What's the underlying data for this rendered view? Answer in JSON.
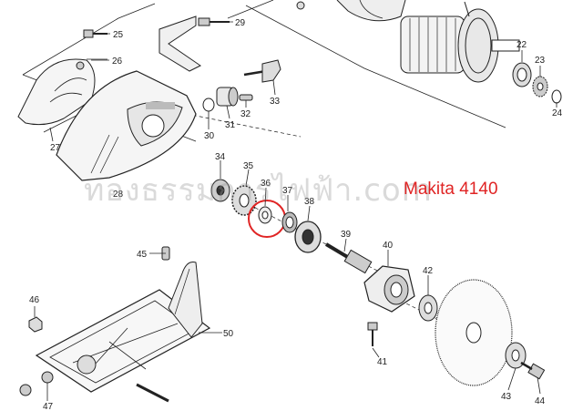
{
  "diagram": {
    "model_label": "Makita 4140",
    "watermark": "ทองธรรมการไฟฟ้า.com",
    "accent_color": "#e02424",
    "highlighted_part": "36",
    "part_numbers": {
      "p22": "22",
      "p23": "23",
      "p24": "24",
      "p25": "25",
      "p26": "26",
      "p27": "27",
      "p28": "28",
      "p29": "29",
      "p30": "30",
      "p31": "31",
      "p32": "32",
      "p33": "33",
      "p34": "34",
      "p35": "35",
      "p36": "36",
      "p37": "37",
      "p38": "38",
      "p39": "39",
      "p40": "40",
      "p41": "41",
      "p42": "42",
      "p43": "43",
      "p44": "44",
      "p45": "45",
      "p46": "46",
      "p47": "47",
      "p50": "50"
    }
  }
}
